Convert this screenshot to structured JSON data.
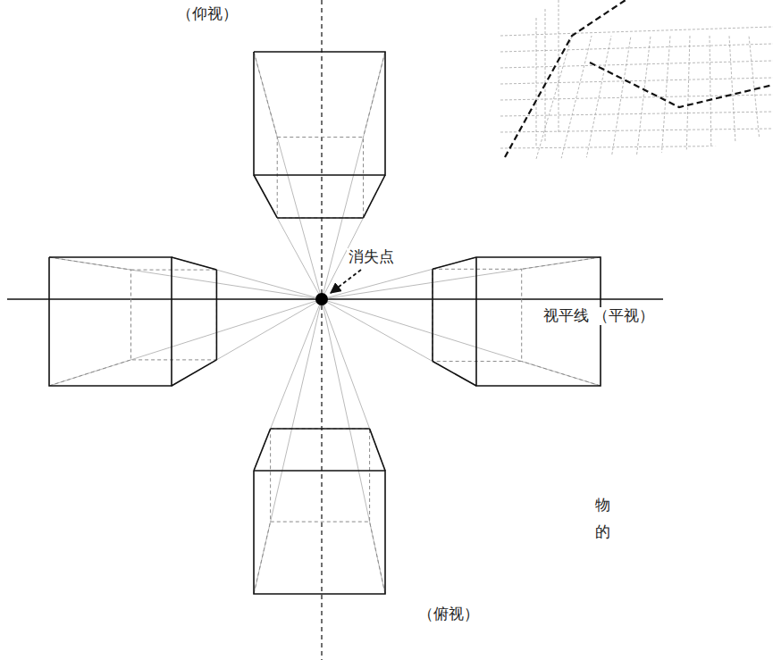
{
  "diagram": {
    "labels": [
      "（仰视）",
      "消失点",
      "视平线",
      "（平视）",
      "（俯视）",
      "物",
      "的"
    ]
  }
}
